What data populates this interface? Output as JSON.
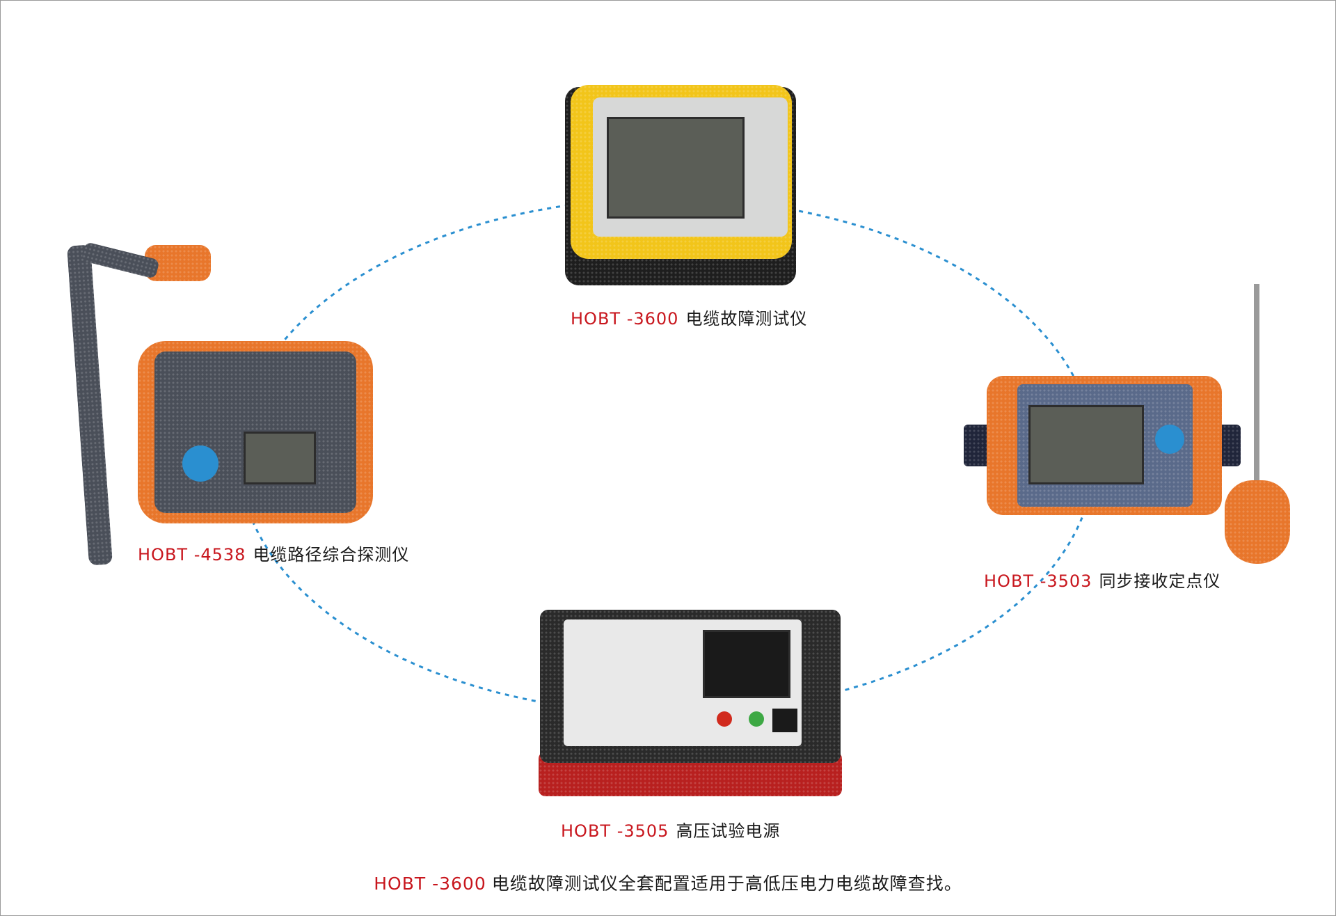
{
  "products": [
    {
      "model": "HOBT -3600",
      "name": "电缆故障测试仪"
    },
    {
      "model": "HOBT -4538",
      "name": "电缆路径综合探测仪"
    },
    {
      "model": "HOBT -3503",
      "name": "同步接收定点仪"
    },
    {
      "model": "HOBT -3505",
      "name": "高压试验电源"
    }
  ],
  "caption": {
    "model": "HOBT -3600",
    "text": "电缆故障测试仪全套配置适用于高低压电力电缆故障查找。"
  },
  "colors": {
    "accent_red": "#c8161d",
    "ring_blue": "#2a8fd0",
    "device_yellow": "#f2c51a",
    "device_orange": "#e8762b"
  }
}
